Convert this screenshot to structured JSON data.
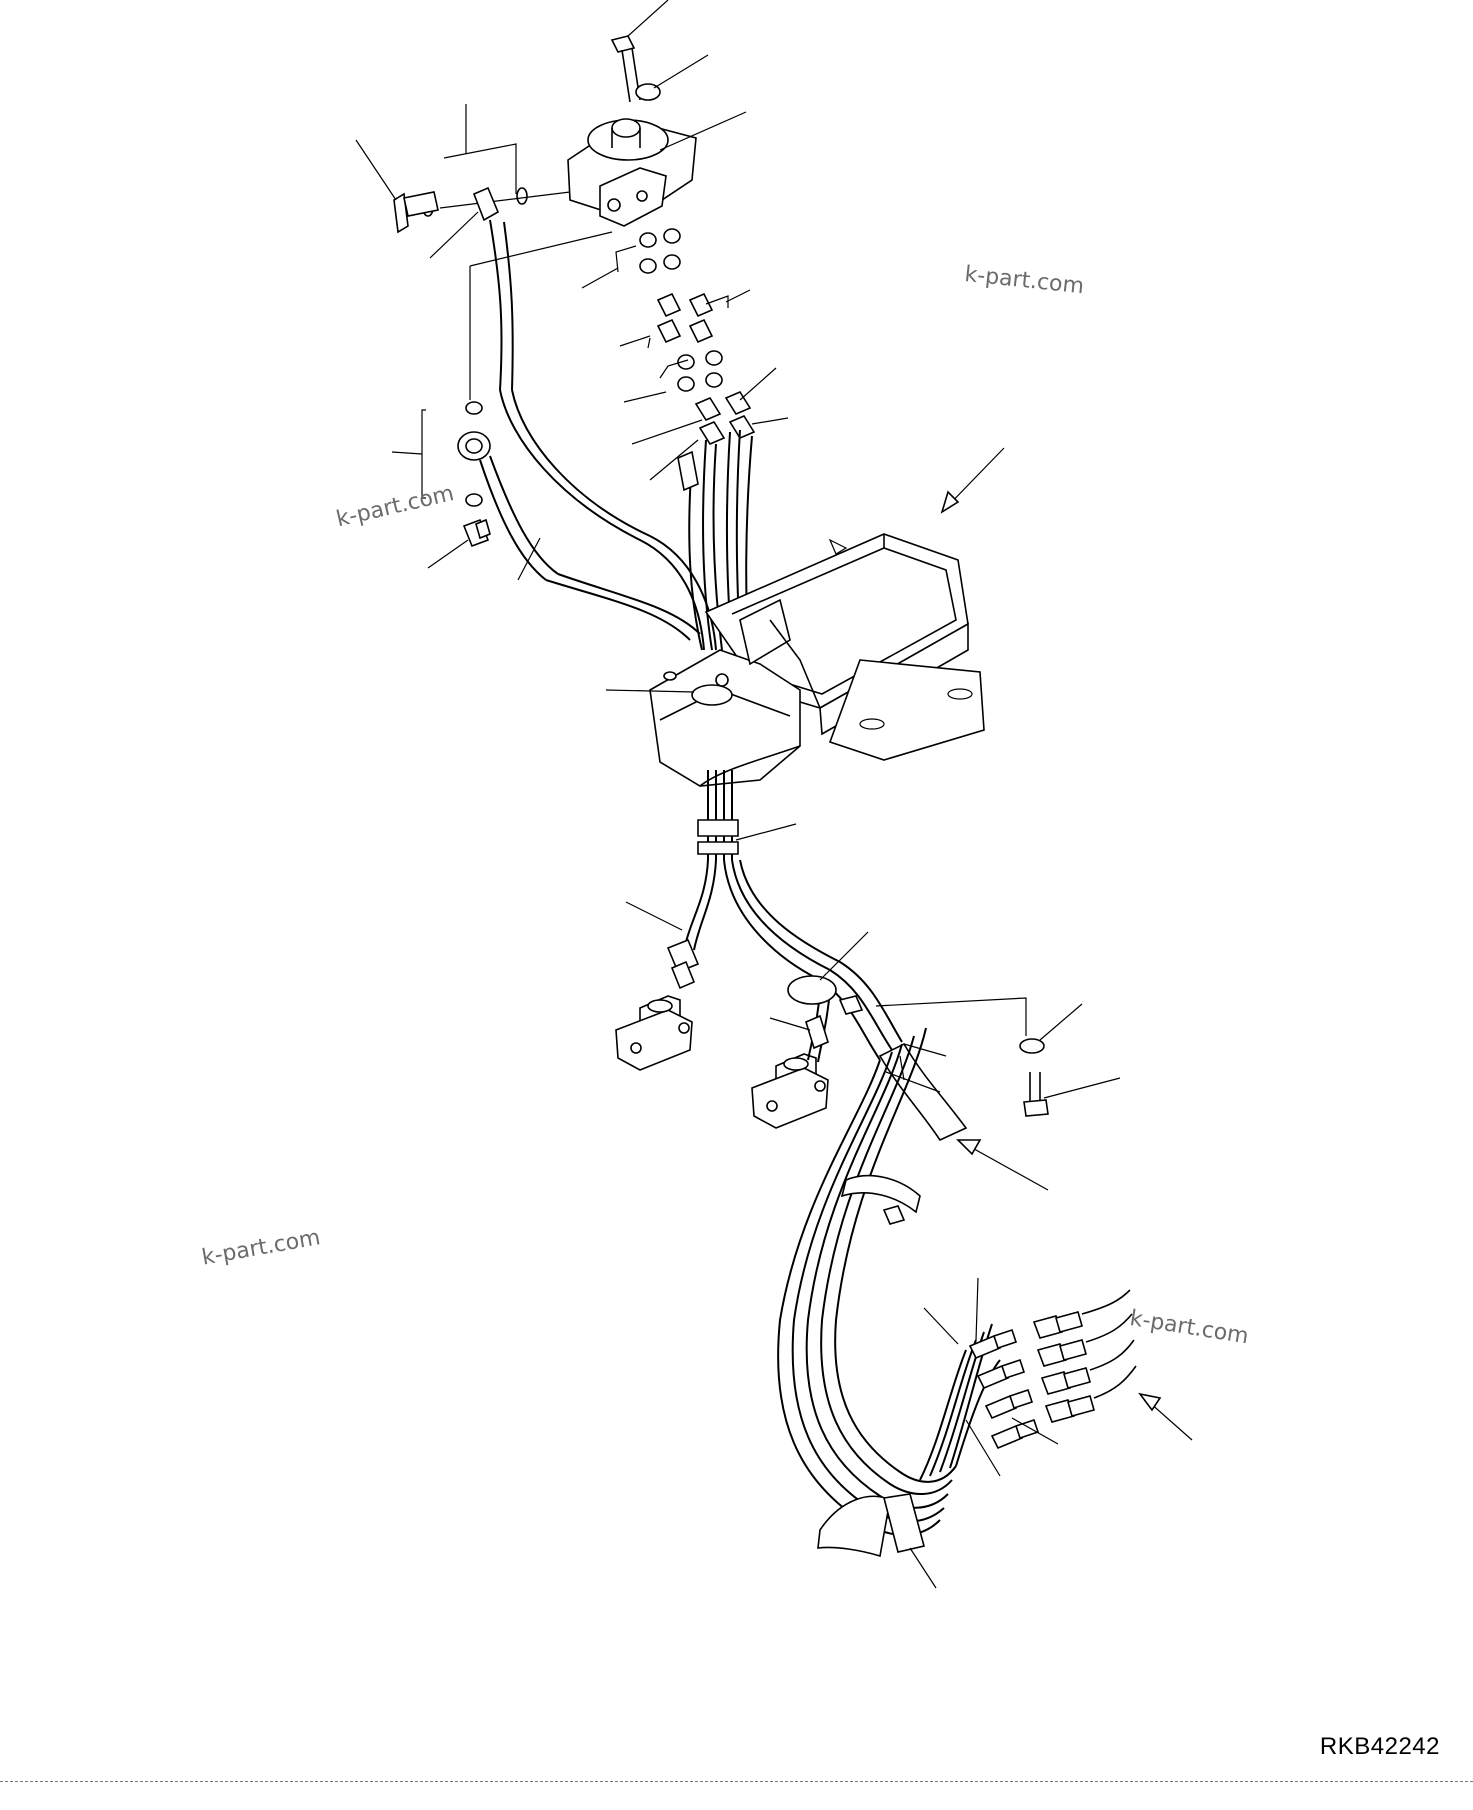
{
  "drawing_code": "RKB42242",
  "watermarks": [
    "k-part.com",
    "k-part.com",
    "k-part.com",
    "k-part.com"
  ]
}
